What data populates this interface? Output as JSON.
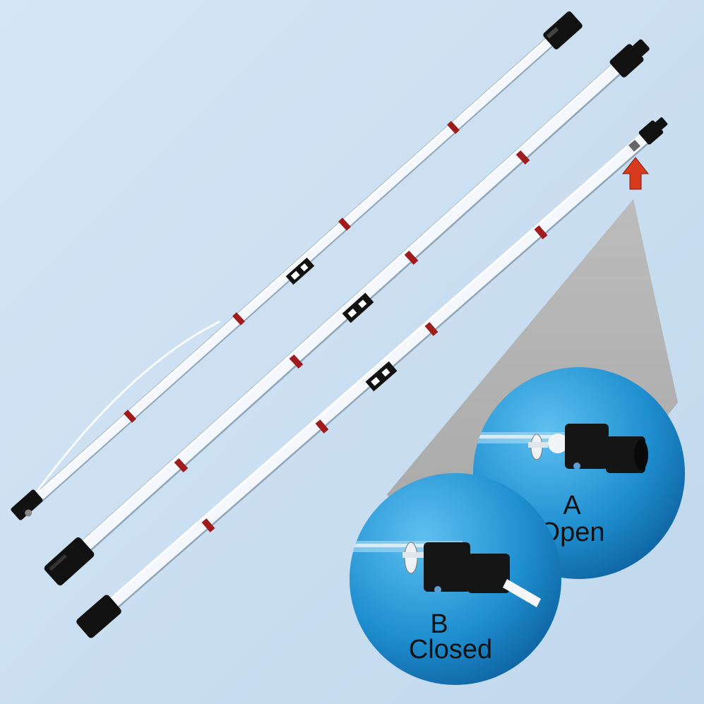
{
  "callouts": {
    "open": {
      "letter": "A",
      "state": "Open"
    },
    "closed": {
      "letter": "B",
      "state": "Closed"
    }
  },
  "colors": {
    "background": "#c9dff0",
    "tube": "#f4f7fb",
    "band": "#9e1c1c",
    "cap": "#111111",
    "lens_blue": "#1f8fd0",
    "arrow": "#d83a1e"
  }
}
